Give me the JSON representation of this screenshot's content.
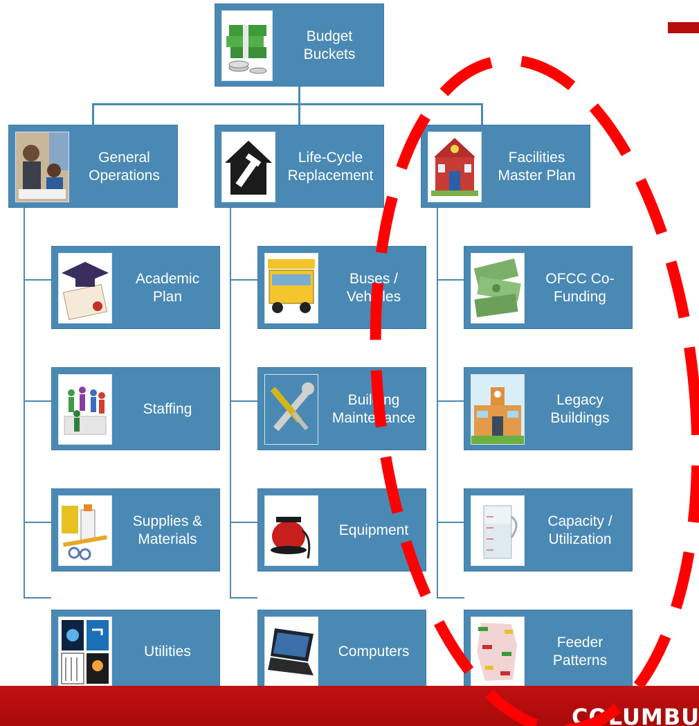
{
  "root": {
    "label": "Budget\nBuckets",
    "icon": "money-stack-icon"
  },
  "categories": [
    {
      "label": "General\nOperations",
      "icon": "teacher-student-photo-icon",
      "items": [
        {
          "label": "Academic\nPlan",
          "icon": "graduation-cap-diploma-icon"
        },
        {
          "label": "Staffing",
          "icon": "people-puzzle-icon"
        },
        {
          "label": "Supplies &\nMaterials",
          "icon": "school-supplies-icon"
        },
        {
          "label": "Utilities",
          "icon": "utilities-grid-icon"
        }
      ]
    },
    {
      "label": "Life-Cycle\nReplacement",
      "icon": "house-hammer-icon",
      "items": [
        {
          "label": "Buses /\nVehicles",
          "icon": "school-bus-icon"
        },
        {
          "label": "Building\nMaintenance",
          "icon": "wrench-screwdriver-icon"
        },
        {
          "label": "Equipment",
          "icon": "vacuum-cleaner-icon"
        },
        {
          "label": "Computers",
          "icon": "laptop-icon"
        }
      ]
    },
    {
      "label": "Facilities\nMaster Plan",
      "icon": "schoolhouse-icon",
      "items": [
        {
          "label": "OFCC Co-\nFunding",
          "icon": "cash-pile-icon"
        },
        {
          "label": "Legacy\nBuildings",
          "icon": "school-building-icon"
        },
        {
          "label": "Capacity /\nUtilization",
          "icon": "measuring-cup-icon"
        },
        {
          "label": "Feeder\nPatterns",
          "icon": "district-map-icon"
        }
      ]
    }
  ],
  "footer": {
    "text": "COLUMBUS"
  },
  "colors": {
    "box": "#4a89b4",
    "footer": "#c01010",
    "dashed_ellipse": "#ff0000"
  }
}
